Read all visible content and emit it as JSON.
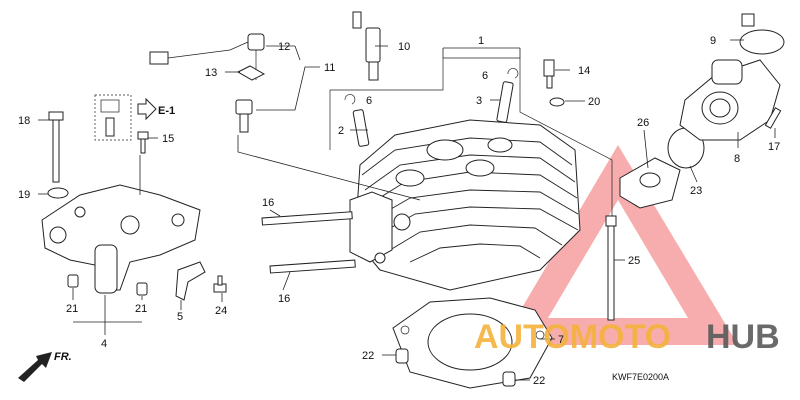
{
  "diagram": {
    "drawing_code": "KWF7E0200A",
    "front_label": "FR.",
    "ref_label": "E-1",
    "callouts": {
      "c1": "1",
      "c2": "2",
      "c3": "3",
      "c4": "4",
      "c5": "5",
      "c6a": "6",
      "c6b": "6",
      "c7": "7",
      "c8": "8",
      "c9": "9",
      "c10": "10",
      "c11": "11",
      "c12": "12",
      "c13": "13",
      "c14": "14",
      "c15": "15",
      "c16a": "16",
      "c16b": "16",
      "c17": "17",
      "c18": "18",
      "c19": "19",
      "c20": "20",
      "c21a": "21",
      "c21b": "21",
      "c22a": "22",
      "c22b": "22",
      "c23": "23",
      "c24": "24",
      "c25": "25",
      "c26": "26"
    }
  },
  "watermark": {
    "part1": "AUTOMOTO",
    "part2": "HUB",
    "color_triangle": "#f06a6a",
    "color_text1": "#f4b23c",
    "color_text2": "#5a5a5a"
  }
}
